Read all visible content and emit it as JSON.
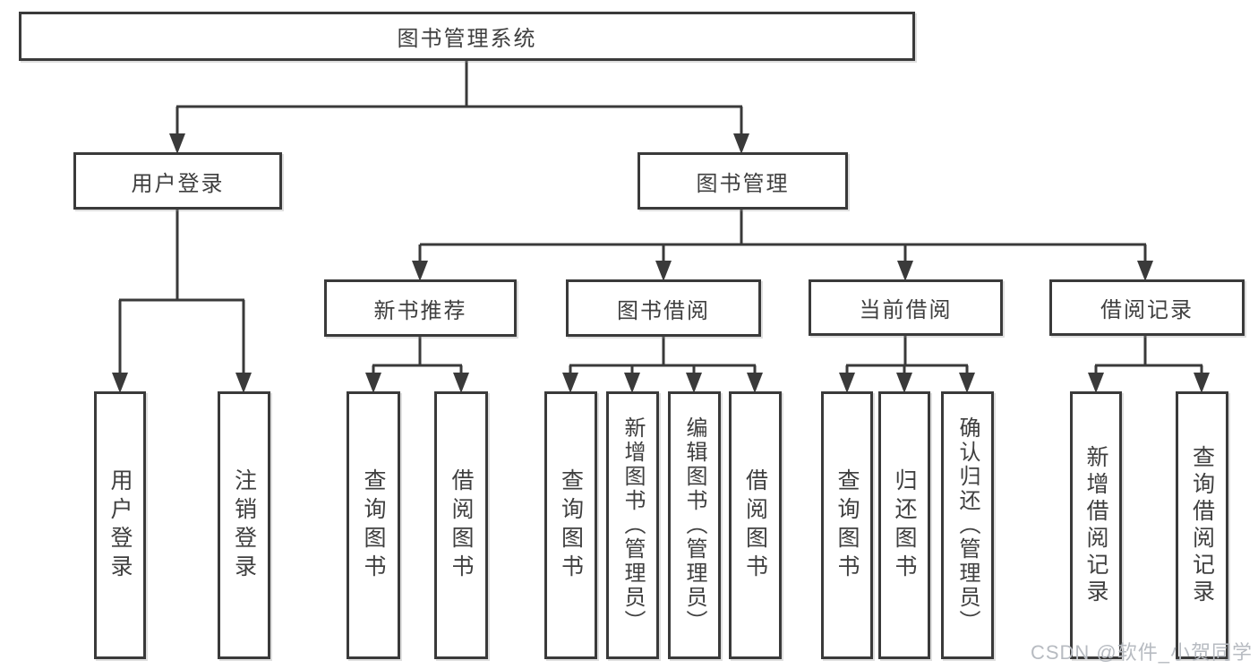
{
  "diagram": {
    "tree": {
      "label": "图书管理系统",
      "children": [
        {
          "label": "用户登录",
          "children": [
            {
              "label": "用户登录"
            },
            {
              "label": "注销登录"
            }
          ]
        },
        {
          "label": "图书管理",
          "children": [
            {
              "label": "新书推荐",
              "children": [
                {
                  "label": "查询图书"
                },
                {
                  "label": "借阅图书"
                }
              ]
            },
            {
              "label": "图书借阅",
              "children": [
                {
                  "label": "查询图书"
                },
                {
                  "label": "新增图书（管理员）"
                },
                {
                  "label": "编辑图书（管理员）"
                },
                {
                  "label": "借阅图书"
                }
              ]
            },
            {
              "label": "当前借阅",
              "children": [
                {
                  "label": "查询图书"
                },
                {
                  "label": "归还图书"
                },
                {
                  "label": "确认归还（管理员）"
                }
              ]
            },
            {
              "label": "借阅记录",
              "children": [
                {
                  "label": "新增借阅记录"
                },
                {
                  "label": "查询借阅记录"
                }
              ]
            }
          ]
        }
      ]
    },
    "colors": {
      "line": "#3a3a3a",
      "box_border": "#3a3a3a",
      "text": "#3f3f3f",
      "background": "#ffffff",
      "watermark": "#b7bbc1"
    }
  },
  "watermark": {
    "text": "CSDN @软件_小贺同学"
  }
}
